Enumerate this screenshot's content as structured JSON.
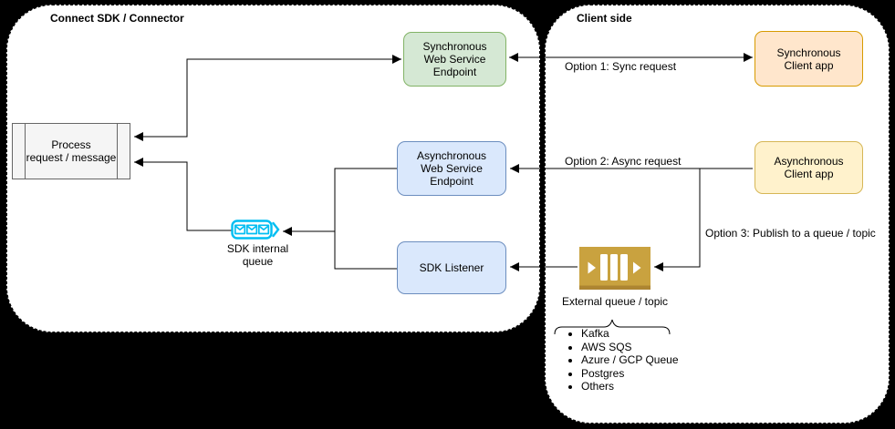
{
  "containers": {
    "sdk": {
      "title": "Connect SDK / Connector"
    },
    "client": {
      "title": "Client side"
    }
  },
  "nodes": {
    "process": {
      "label": "Process\nrequest / message"
    },
    "sync_endpoint": {
      "label": "Synchronous\nWeb Service\nEndpoint"
    },
    "async_endpoint": {
      "label": "Asynchronous\nWeb Service\nEndpoint"
    },
    "sdk_listener": {
      "label": "SDK Listener"
    },
    "sync_client": {
      "label": "Synchronous\nClient app"
    },
    "async_client": {
      "label": "Asynchronous\nClient app"
    },
    "sdk_internal_queue": {
      "label": "SDK internal\nqueue",
      "icon": "envelope-queue-icon"
    },
    "external_queue": {
      "label": "External queue / topic",
      "icon": "striped-queue-icon"
    }
  },
  "edges": {
    "option1": {
      "label": "Option 1: Sync request"
    },
    "option2": {
      "label": "Option 2: Async request"
    },
    "option3": {
      "label": "Option 3: Publish to a queue / topic"
    }
  },
  "external_queue_examples": {
    "items": [
      "Kafka",
      "AWS SQS",
      "Azure / GCP Queue",
      "Postgres",
      "Others"
    ]
  },
  "colors": {
    "background": "#000000",
    "container_fill": "#ffffff",
    "green_fill": "#d5e8d4",
    "green_stroke": "#82b366",
    "blue_fill": "#dae8fc",
    "blue_stroke": "#6c8ebf",
    "orange_fill": "#ffe6cc",
    "orange_stroke": "#d79b00",
    "yellow_fill": "#fff2cc",
    "yellow_stroke": "#d6b656",
    "gray_fill": "#f5f5f5",
    "gray_stroke": "#666666",
    "internal_queue_icon": "#00bef2",
    "external_queue_icon": "#c9a23f",
    "connector": "#000000"
  }
}
